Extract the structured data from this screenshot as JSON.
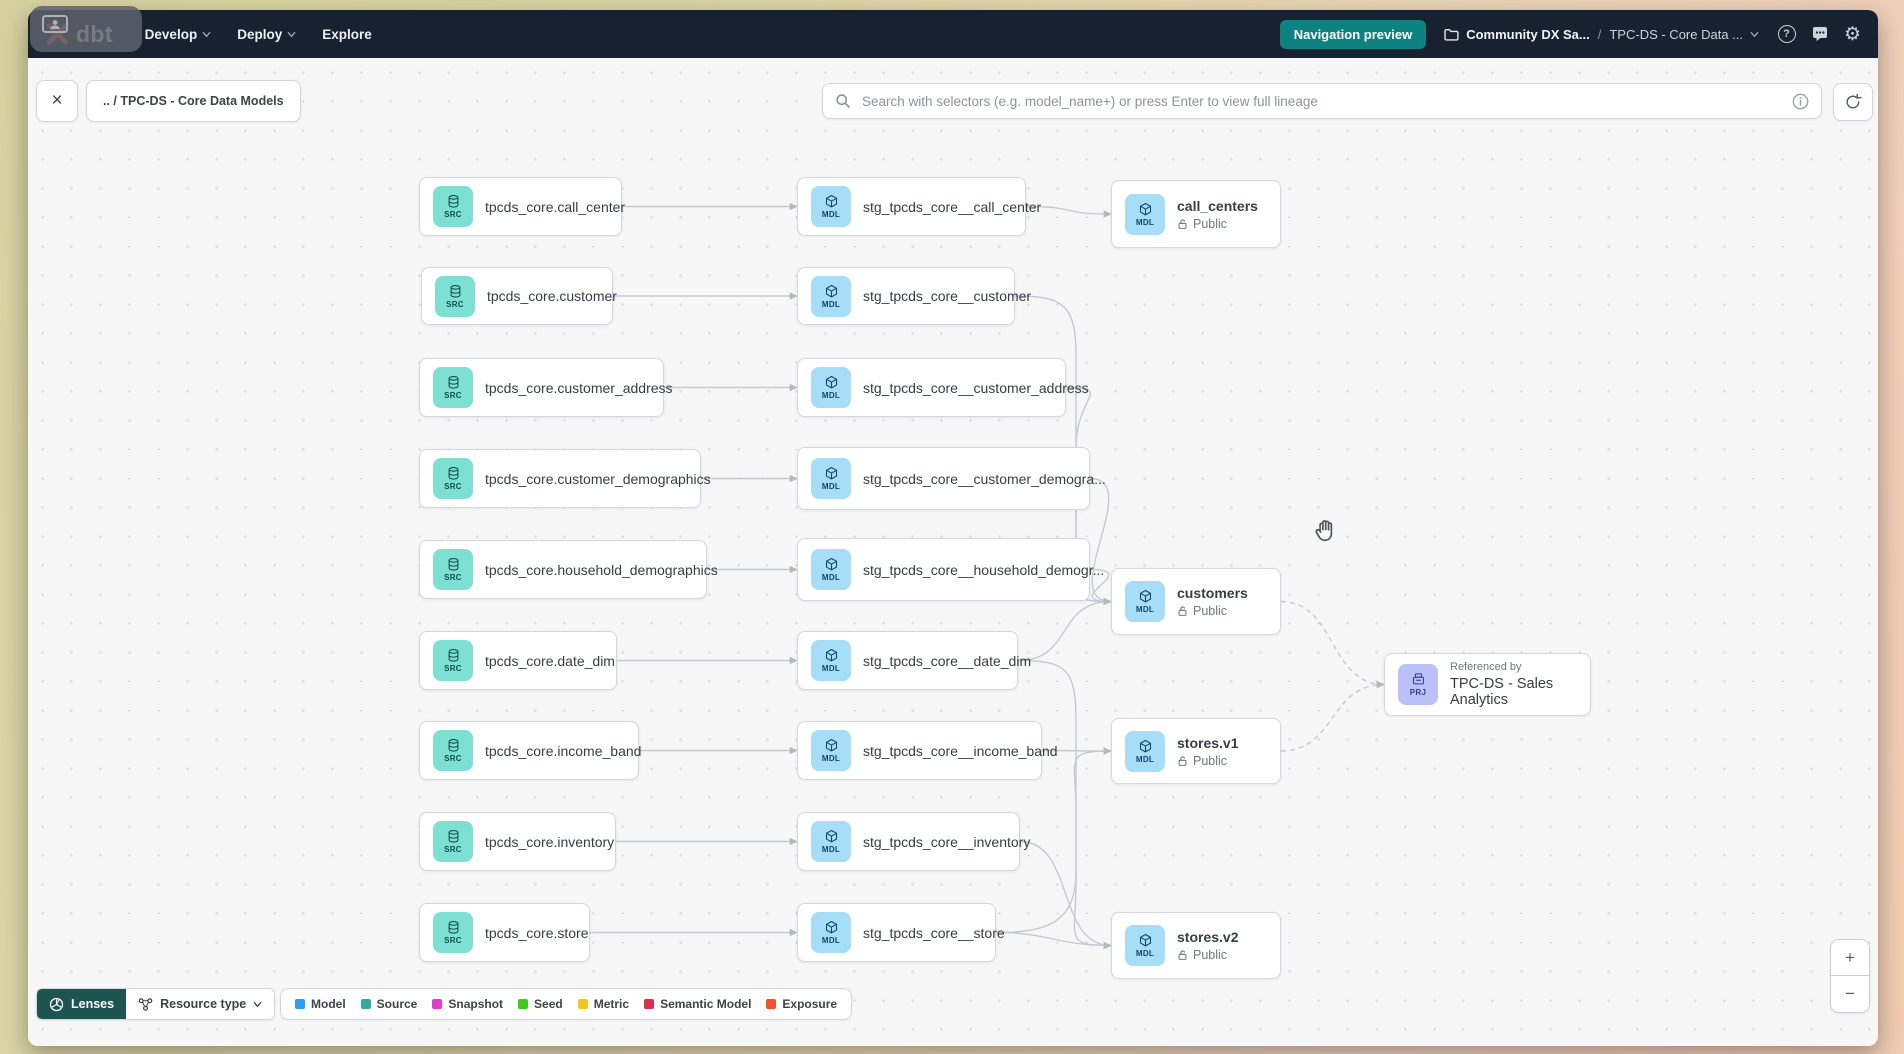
{
  "navbar": {
    "logo_text": "dbt",
    "menu_develop": "Develop",
    "menu_deploy": "Deploy",
    "menu_explore": "Explore",
    "navigation_preview_label": "Navigation preview",
    "project_breadcrumb": "Community DX Sa...",
    "breadcrumb_separator": "/",
    "page_breadcrumb": "TPC-DS - Core Data ...",
    "help_label": "?"
  },
  "toolbar": {
    "close_label": "×",
    "lineage_breadcrumb": ".. / TPC-DS - Core Data Models",
    "search_placeholder": "Search with selectors (e.g. model_name+) or press Enter to view full lineage"
  },
  "graph": {
    "badge_labels": {
      "source": "SRC",
      "model": "MDL",
      "project": "PRJ"
    },
    "public_access_label": "Public",
    "project_node": {
      "kicker": "Referenced by",
      "title": "TPC-DS - Sales Analytics"
    },
    "nodes": [
      {
        "id": "s1",
        "kind": "source",
        "label": "tpcds_core.call_center"
      },
      {
        "id": "s2",
        "kind": "source",
        "label": "tpcds_core.customer"
      },
      {
        "id": "s3",
        "kind": "source",
        "label": "tpcds_core.customer_address"
      },
      {
        "id": "s4",
        "kind": "source",
        "label": "tpcds_core.customer_demographics"
      },
      {
        "id": "s5",
        "kind": "source",
        "label": "tpcds_core.household_demographics"
      },
      {
        "id": "s6",
        "kind": "source",
        "label": "tpcds_core.date_dim"
      },
      {
        "id": "s7",
        "kind": "source",
        "label": "tpcds_core.income_band"
      },
      {
        "id": "s8",
        "kind": "source",
        "label": "tpcds_core.inventory"
      },
      {
        "id": "s9",
        "kind": "source",
        "label": "tpcds_core.store"
      },
      {
        "id": "m1",
        "kind": "model",
        "label": "stg_tpcds_core__call_center"
      },
      {
        "id": "m2",
        "kind": "model",
        "label": "stg_tpcds_core__customer"
      },
      {
        "id": "m3",
        "kind": "model",
        "label": "stg_tpcds_core__customer_address"
      },
      {
        "id": "m4",
        "kind": "model",
        "label": "stg_tpcds_core__customer_demogra..."
      },
      {
        "id": "m5",
        "kind": "model",
        "label": "stg_tpcds_core__household_demogr..."
      },
      {
        "id": "m6",
        "kind": "model",
        "label": "stg_tpcds_core__date_dim"
      },
      {
        "id": "m7",
        "kind": "model",
        "label": "stg_tpcds_core__income_band"
      },
      {
        "id": "m8",
        "kind": "model",
        "label": "stg_tpcds_core__inventory"
      },
      {
        "id": "m9",
        "kind": "model",
        "label": "stg_tpcds_core__store"
      },
      {
        "id": "p1",
        "kind": "public",
        "label": "call_centers"
      },
      {
        "id": "p2",
        "kind": "public",
        "label": "customers"
      },
      {
        "id": "p3",
        "kind": "public",
        "label": "stores.v1"
      },
      {
        "id": "p4",
        "kind": "public",
        "label": "stores.v2"
      },
      {
        "id": "prj",
        "kind": "project",
        "label": "TPC-DS - Sales Analytics"
      }
    ],
    "edges": [
      {
        "from": "s1",
        "to": "m1"
      },
      {
        "from": "s2",
        "to": "m2"
      },
      {
        "from": "s3",
        "to": "m3"
      },
      {
        "from": "s4",
        "to": "m4"
      },
      {
        "from": "s5",
        "to": "m5"
      },
      {
        "from": "s6",
        "to": "m6"
      },
      {
        "from": "s7",
        "to": "m7"
      },
      {
        "from": "s8",
        "to": "m8"
      },
      {
        "from": "s9",
        "to": "m9"
      },
      {
        "from": "m1",
        "to": "p1"
      },
      {
        "from": "m2",
        "to": "p2"
      },
      {
        "from": "m3",
        "to": "p2"
      },
      {
        "from": "m4",
        "to": "p2"
      },
      {
        "from": "m5",
        "to": "p2"
      },
      {
        "from": "m6",
        "to": "p2"
      },
      {
        "from": "m7",
        "to": "p3"
      },
      {
        "from": "m9",
        "to": "p3"
      },
      {
        "from": "m6",
        "to": "p4"
      },
      {
        "from": "m8",
        "to": "p4"
      },
      {
        "from": "m9",
        "to": "p4"
      },
      {
        "from": "p2",
        "to": "prj",
        "dashed": true
      },
      {
        "from": "p3",
        "to": "prj",
        "dashed": true
      }
    ]
  },
  "footer": {
    "lenses_label": "Lenses",
    "resource_type_label": "Resource type",
    "legend": [
      {
        "label": "Model",
        "color": "#2a9df4"
      },
      {
        "label": "Source",
        "color": "#31a8a1"
      },
      {
        "label": "Snapshot",
        "color": "#e23ccb"
      },
      {
        "label": "Seed",
        "color": "#43ca21"
      },
      {
        "label": "Metric",
        "color": "#f2c71d"
      },
      {
        "label": "Semantic Model",
        "color": "#d63352"
      },
      {
        "label": "Exposure",
        "color": "#f05432"
      }
    ],
    "zoom_in_label": "+",
    "zoom_out_label": "−"
  }
}
